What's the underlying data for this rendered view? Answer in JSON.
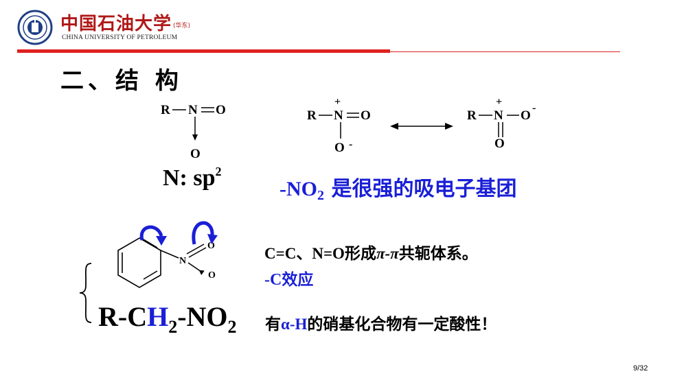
{
  "header": {
    "logo_cn": "中国石油大学",
    "logo_sub": "(华东)",
    "logo_en": "CHINA UNIVERSITY OF PETROLEUM"
  },
  "slide": {
    "title": "二、结 构",
    "hybrid_prefix": "N: sp",
    "hybrid_sup": "2",
    "no2_prefix": "-NO",
    "no2_sub": "2",
    "no2_text": " 是很强的吸电子基团",
    "conj_line": {
      "part1": "C=C",
      "part2": "、",
      "part3": "N=O",
      "part4": "形成",
      "part5": "π-π",
      "part6": "共轭体系。"
    },
    "effect_line": {
      "part1": "-C",
      "part2": "效应"
    },
    "rch2no2": {
      "p1": "R-C",
      "p2": "H",
      "p3": "2",
      "p4": "-NO",
      "p5": "2"
    },
    "acid_line": {
      "part1": "有",
      "part2": "α-H",
      "part3": "的硝基化合物有一定酸性！"
    },
    "page_number": "9/32"
  },
  "structures": {
    "s1": {
      "R": "R",
      "N": "N",
      "O_top": "O",
      "O_bottom": "O"
    },
    "s2": {
      "R": "R",
      "N": "N",
      "plus": "+",
      "O_right": "O",
      "O_bottom": "O",
      "minus": "-"
    },
    "s3": {
      "R": "R",
      "N": "N",
      "plus": "+",
      "O_right": "O",
      "minus": "-",
      "O_bottom": "O"
    },
    "benzene": {
      "N": "N",
      "O_top": "O",
      "O_bottom": "O"
    }
  },
  "colors": {
    "brand_red": "#b01818",
    "header_rule_red": "#e02020",
    "accent_blue": "#1a1fd6"
  }
}
